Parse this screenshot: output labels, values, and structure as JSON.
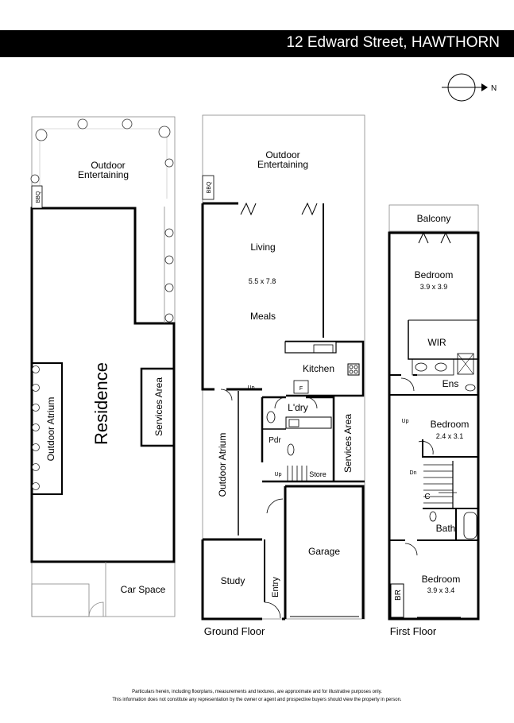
{
  "header": {
    "title": "12 Edward Street, HAWTHORN"
  },
  "compass": {
    "north_label": "N"
  },
  "site_plan": {
    "outdoor_entertaining": [
      "Outdoor",
      "Entertaining"
    ],
    "bbq": "BBQ",
    "residence": "Residence",
    "services_area": "Services Area",
    "outdoor_atrium": "Outdoor Atrium",
    "car_space": "Car Space"
  },
  "ground_floor": {
    "outdoor_entertaining": [
      "Outdoor",
      "Entertaining"
    ],
    "bbq": "BBQ",
    "living": "Living",
    "living_size": "5.5 x 7.8",
    "meals": "Meals",
    "kitchen": "Kitchen",
    "up_1": "Up",
    "laundry": "L'dry",
    "powder": "Pdr",
    "outdoor_atrium": "Outdoor Atrium",
    "services_area": "Services Area",
    "up_2": "Up",
    "store": "Store",
    "garage": "Garage",
    "study": "Study",
    "entry": "Entry",
    "fridge": "F",
    "caption": "Ground Floor"
  },
  "first_floor": {
    "balcony": "Balcony",
    "bedroom1": "Bedroom",
    "bedroom1_size": "3.9 x 3.9",
    "wir": "WIR",
    "ens": "Ens",
    "up": "Up",
    "bedroom2": "Bedroom",
    "bedroom2_size": "2.4 x 3.1",
    "dn": "Dn",
    "c": "C",
    "bath": "Bath",
    "bedroom3": "Bedroom",
    "bedroom3_size": "3.9 x 3.4",
    "br": "BR",
    "caption": "First Floor"
  },
  "disclaimer": {
    "line1": "Particulars herein, including floorplans, measurements and textures, are approximate and for illustrative purposes only.",
    "line2": "This information does not constitute any representation by the owner or agent and prospective buyers should view the property in person."
  }
}
